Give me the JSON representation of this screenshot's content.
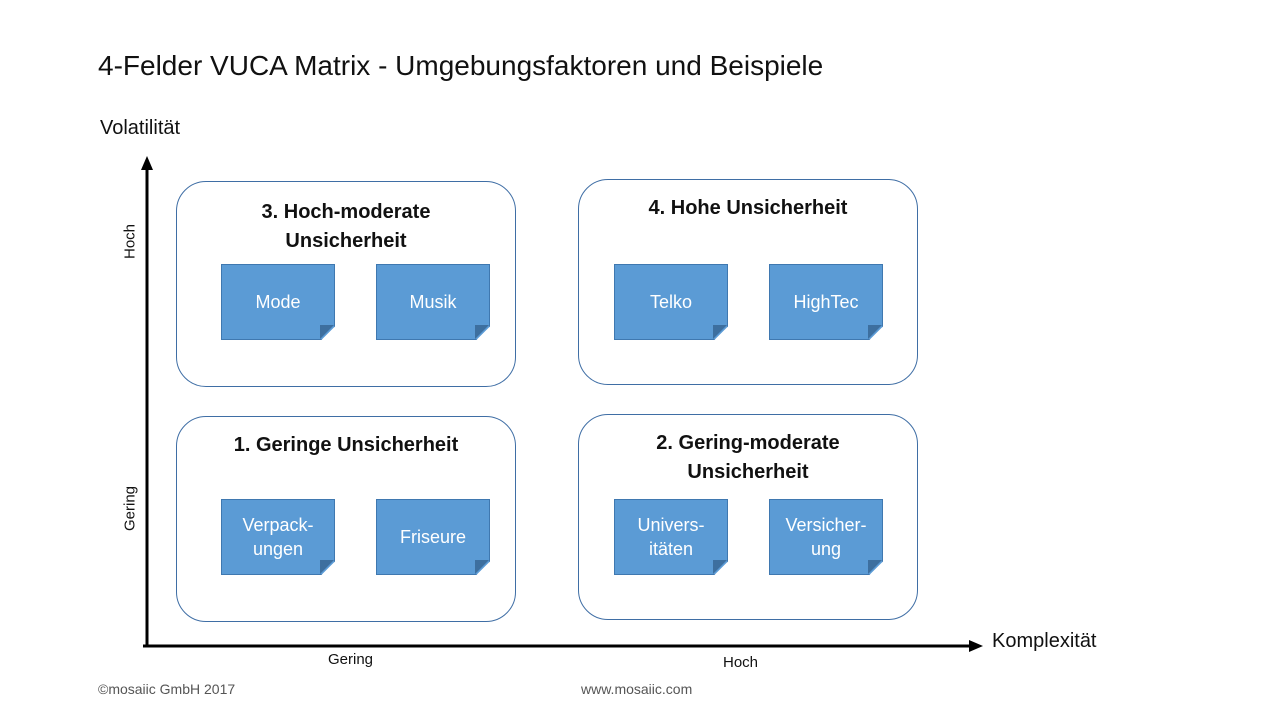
{
  "title": "4-Felder VUCA Matrix - Umgebungsfaktoren und Beispiele",
  "axes": {
    "y_title": "Volatilität",
    "x_title": "Komplexität",
    "y_high": "Hoch",
    "y_low": "Gering",
    "x_low": "Gering",
    "x_high": "Hoch"
  },
  "quadrants": {
    "q3": {
      "title": "3. Hoch-moderate Unsicherheit",
      "items": [
        "Mode",
        "Musik"
      ]
    },
    "q4": {
      "title": "4. Hohe Unsicherheit",
      "items": [
        "Telko",
        "HighTec"
      ]
    },
    "q1": {
      "title": "1. Geringe Unsicherheit",
      "items": [
        "Verpack-ungen",
        "Friseure"
      ]
    },
    "q2": {
      "title": "2. Gering-moderate Unsicherheit",
      "items": [
        "Univers-itäten",
        "Versicher-ung"
      ]
    }
  },
  "colors": {
    "card": "#5b9bd5",
    "border": "#3f6ea5",
    "axis": "#000000"
  },
  "footer": {
    "copyright": "©mosaiic GmbH 2017",
    "url": "www.mosaiic.com"
  }
}
